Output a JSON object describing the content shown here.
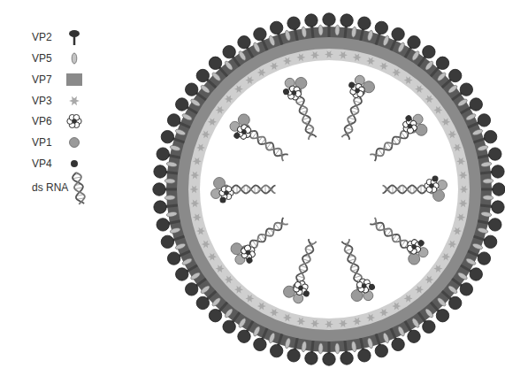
{
  "diagram": {
    "legend": [
      {
        "text": "VP2"
      },
      {
        "text": "VP5"
      },
      {
        "text": "VP7"
      },
      {
        "text": "VP3"
      },
      {
        "text": "VP6"
      },
      {
        "text": "VP1"
      },
      {
        "text": "VP4"
      },
      {
        "text": "ds RNA"
      }
    ]
  }
}
